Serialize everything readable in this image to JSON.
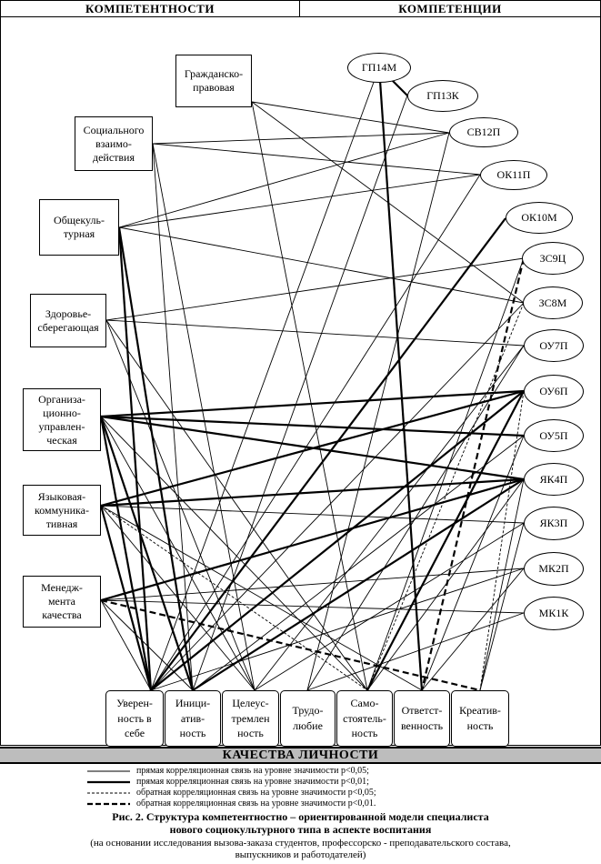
{
  "header": {
    "left": "КОМПЕТЕНТНОСТИ",
    "right": "КОМПЕТЕНЦИИ"
  },
  "competences": [
    {
      "label": "Гражданско-\nправовая"
    },
    {
      "label": "Социального\nвзаимо-\nдействия"
    },
    {
      "label": "Общекуль-\nтурная"
    },
    {
      "label": "Здоровье-\nсберегающая"
    },
    {
      "label": "Организа-\nционно-\nуправлен-\nческая"
    },
    {
      "label": "Языковая-\nкоммуника-\nтивная"
    },
    {
      "label": "Менедж-\nмента\nкачества"
    }
  ],
  "competencies": [
    {
      "label": "ГП14М"
    },
    {
      "label": "ГП13К"
    },
    {
      "label": "СВ12П"
    },
    {
      "label": "ОК11П"
    },
    {
      "label": "ОК10М"
    },
    {
      "label": "ЗС9Ц"
    },
    {
      "label": "ЗС8М"
    },
    {
      "label": "ОУ7П"
    },
    {
      "label": "ОУ6П"
    },
    {
      "label": "ОУ5П"
    },
    {
      "label": "ЯК4П"
    },
    {
      "label": "ЯК3П"
    },
    {
      "label": "МК2П"
    },
    {
      "label": "МК1К"
    }
  ],
  "qualities": [
    {
      "label": "Уверен-\nность в\nсебе"
    },
    {
      "label": "Иници-\nатив-\nность"
    },
    {
      "label": "Целеус-\nтремлен\nность"
    },
    {
      "label": "Трудо-\nлюбие"
    },
    {
      "label": "Само-\nстоятель-\nность"
    },
    {
      "label": "Ответст-\nвенность"
    },
    {
      "label": "Креатив-\nность"
    }
  ],
  "qualities_title": "КАЧЕСТВА ЛИЧНОСТИ",
  "legend": [
    {
      "style": "thin-solid",
      "text": "прямая корреляционная связь на уровне значимости p<0,05;"
    },
    {
      "style": "thick-solid",
      "text": "прямая корреляционная связь на уровне значимости p<0,01;"
    },
    {
      "style": "thin-dashed",
      "text": "обратная корреляционная связь на уровне значимости p<0,05;"
    },
    {
      "style": "thick-dashed",
      "text": "обратная корреляционная связь на уровне значимости p<0,01."
    }
  ],
  "caption": {
    "line1": "Рис. 2. Структура компетентностно – ориентированной модели специалиста",
    "line2": "нового социокультурного типа в аспекте воспитания",
    "line3": "(на основании исследования вызова-заказа студентов, профессорско - преподавательского состава,",
    "line4": "выпускников и работодателей)"
  },
  "links": [
    [
      "c0",
      "k2",
      "thin"
    ],
    [
      "c0",
      "k6",
      "thin"
    ],
    [
      "c0",
      "q4",
      "thin"
    ],
    [
      "c1",
      "k2",
      "thin"
    ],
    [
      "c1",
      "k3",
      "thin"
    ],
    [
      "c1",
      "q2",
      "thin"
    ],
    [
      "c1",
      "q1",
      "thin"
    ],
    [
      "c2",
      "k2",
      "thin"
    ],
    [
      "c2",
      "k3",
      "thin"
    ],
    [
      "c2",
      "k6",
      "thin"
    ],
    [
      "c2",
      "q0",
      "thick"
    ],
    [
      "c2",
      "q1",
      "thick"
    ],
    [
      "c3",
      "k5",
      "thin"
    ],
    [
      "c3",
      "k7",
      "thin"
    ],
    [
      "c3",
      "q2",
      "thin"
    ],
    [
      "c3",
      "q4",
      "thin"
    ],
    [
      "c4",
      "k8",
      "thick"
    ],
    [
      "c4",
      "k9",
      "thick"
    ],
    [
      "c4",
      "k10",
      "thick"
    ],
    [
      "c4",
      "q0",
      "thick"
    ],
    [
      "c4",
      "q1",
      "thick"
    ],
    [
      "c4",
      "q2",
      "thin"
    ],
    [
      "c4",
      "q4",
      "thin"
    ],
    [
      "c5",
      "k8",
      "thick"
    ],
    [
      "c5",
      "k10",
      "thick"
    ],
    [
      "c5",
      "k11",
      "thin"
    ],
    [
      "c5",
      "q0",
      "thick"
    ],
    [
      "c5",
      "q2",
      "thin"
    ],
    [
      "c5",
      "q5",
      "thin"
    ],
    [
      "c6",
      "k10",
      "thick"
    ],
    [
      "c6",
      "k12",
      "thin"
    ],
    [
      "c6",
      "k13",
      "thin"
    ],
    [
      "c6",
      "q0",
      "thin"
    ],
    [
      "c6",
      "q1",
      "thin"
    ],
    [
      "k0",
      "k1",
      "thick"
    ],
    [
      "k0",
      "q5",
      "thick"
    ],
    [
      "k0",
      "q0",
      "thin"
    ],
    [
      "k1",
      "q1",
      "thin"
    ],
    [
      "k2",
      "q3",
      "thin"
    ],
    [
      "k3",
      "q0",
      "thin"
    ],
    [
      "k4",
      "q0",
      "thick"
    ],
    [
      "k5",
      "q4",
      "thin"
    ],
    [
      "k6",
      "q0",
      "thin"
    ],
    [
      "k7",
      "q2",
      "thin"
    ],
    [
      "k7",
      "q3",
      "thin"
    ],
    [
      "k8",
      "q0",
      "thick"
    ],
    [
      "k8",
      "q4",
      "thick"
    ],
    [
      "k9",
      "q1",
      "thin"
    ],
    [
      "k9",
      "q5",
      "thin"
    ],
    [
      "k10",
      "q1",
      "thick"
    ],
    [
      "k10",
      "q4",
      "thin"
    ],
    [
      "k10",
      "q6",
      "thin"
    ],
    [
      "k11",
      "q2",
      "thin"
    ],
    [
      "k11",
      "q6",
      "thin"
    ],
    [
      "k12",
      "q0",
      "thin"
    ],
    [
      "k12",
      "q5",
      "thin"
    ],
    [
      "k13",
      "q3",
      "thin"
    ]
  ],
  "neg_links": [
    [
      "c6",
      "q6",
      "thick"
    ],
    [
      "c5",
      "q4",
      "thin"
    ],
    [
      "k5",
      "q5",
      "thick"
    ],
    [
      "k6",
      "q4",
      "thin"
    ],
    [
      "k8",
      "q6",
      "thin"
    ]
  ]
}
